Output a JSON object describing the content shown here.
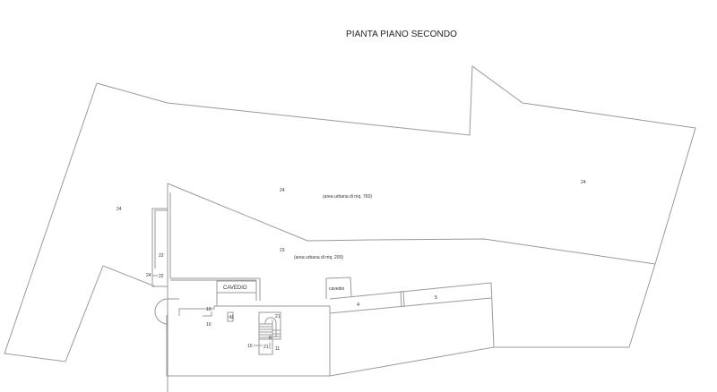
{
  "title": "PIANTA PIANO SECONDO",
  "zones": {
    "left_outer": {
      "code": "24"
    },
    "upper_center": {
      "code": "24",
      "note": "(area urbana di mq. 760)"
    },
    "right_outer": {
      "code": "24"
    },
    "lower_center": {
      "code": "23",
      "note": "(area urbana di mq. 200)"
    },
    "strip_upper": {
      "code": "22"
    },
    "strip_lower": {
      "code": "22",
      "adjacent_code": "24"
    },
    "cavedio_big": {
      "label": "CAVEDIO"
    },
    "cavedio_small": {
      "label": "cavedio"
    },
    "unit_4": {
      "code": "4"
    },
    "unit_5": {
      "code": "5"
    }
  },
  "building_marks": {
    "left_top": "10",
    "left_bottom": "10",
    "stair_left": "10",
    "stair_mid": "21",
    "stair_right": "11",
    "stair_top": "21",
    "stair_tag": "8",
    "small_block": "11"
  },
  "colors": {
    "line": "#9a9a9a",
    "text": "#333333",
    "background": "#ffffff"
  }
}
